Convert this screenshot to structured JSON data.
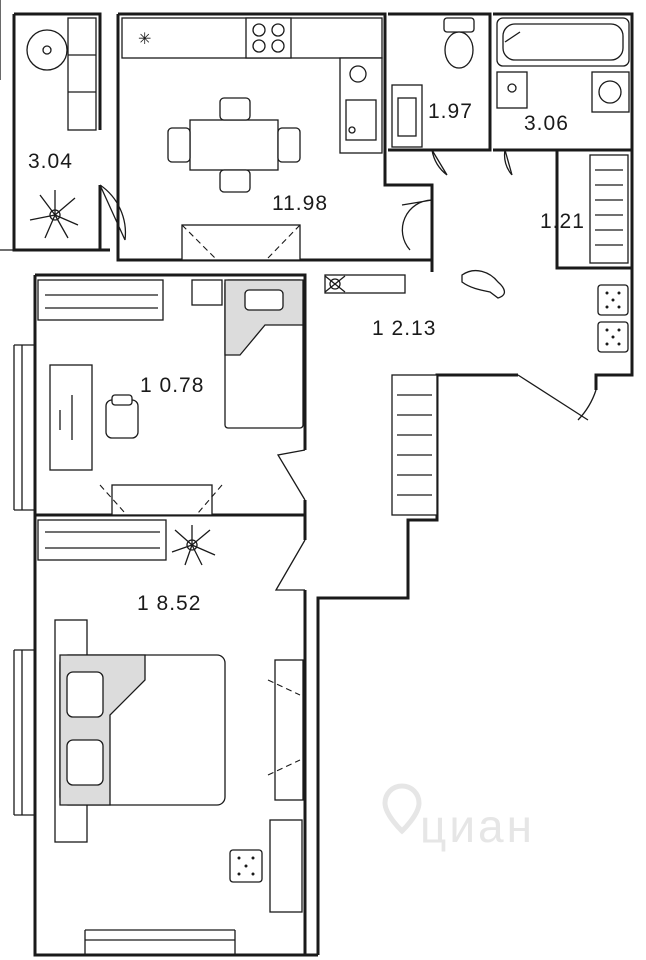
{
  "rooms": [
    {
      "id": "balcony",
      "area": "3.04"
    },
    {
      "id": "kitchen",
      "area": "11.98"
    },
    {
      "id": "toilet",
      "area": "1.97"
    },
    {
      "id": "bathroom",
      "area": "3.06"
    },
    {
      "id": "closet",
      "area": "1.21"
    },
    {
      "id": "hallway",
      "area": "1 2.13"
    },
    {
      "id": "bedroom-small",
      "area": "1 0.78"
    },
    {
      "id": "bedroom-large",
      "area": "1 8.52"
    }
  ],
  "watermark": {
    "text": "циан",
    "icon": "location-pin-icon"
  },
  "colors": {
    "wall": "#1a1a1a",
    "accent_fill": "#dcdcdc",
    "background": "#ffffff",
    "watermark": "#e6e6e6"
  }
}
